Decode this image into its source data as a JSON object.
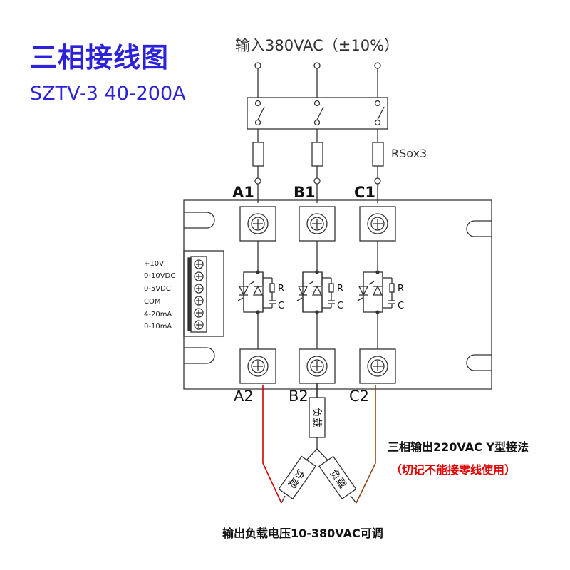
{
  "title": "三相接线图",
  "subtitle": "SZTV-3 40-200A",
  "input_label": "输入380VAC（±10%）",
  "fuse_label": "RSox3",
  "terminals_in": [
    "A1",
    "B1",
    "C1"
  ],
  "terminals_out": [
    "A2",
    "B2",
    "C2"
  ],
  "control_labels": [
    "+10V",
    "0-10VDC",
    "0-5VDC",
    "COM",
    "4-20mA",
    "0-10mA"
  ],
  "snubber": {
    "r": "R",
    "c": "C"
  },
  "load_label": "负载",
  "note_line1": "三相输出220VAC  Y型接法",
  "note_line2": "（切记不能接零线使用）",
  "bottom_caption": "输出负载电压10-380VAC可调",
  "colors": {
    "title": "#2b22d9",
    "wire_a": "#d40000",
    "wire_c": "#8b4513",
    "warning": "#e00000"
  }
}
